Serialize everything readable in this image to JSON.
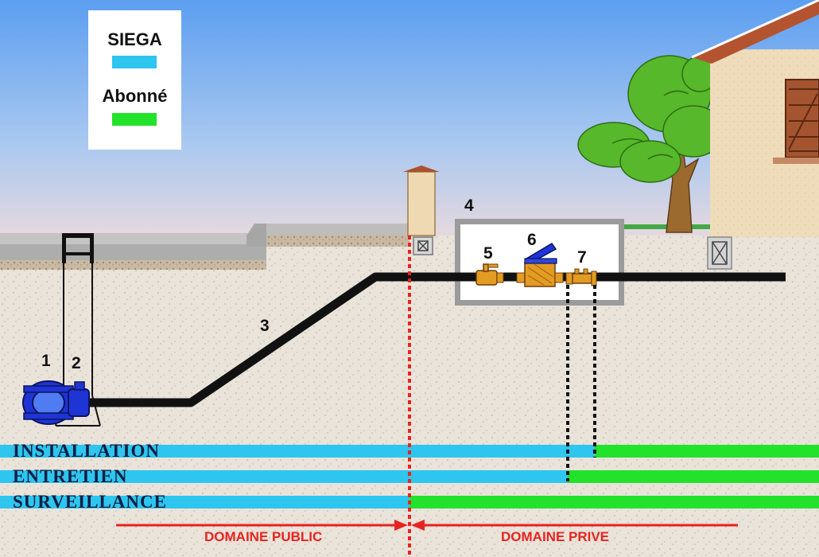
{
  "legend": {
    "items": [
      {
        "label": "SIEGA",
        "color": "#2ec5ef"
      },
      {
        "label": "Abonné",
        "color": "#22e22b"
      }
    ]
  },
  "markers": {
    "n1": "1",
    "n2": "2",
    "n3": "3",
    "n4": "4",
    "n5": "5",
    "n6": "6",
    "n7": "7"
  },
  "responsibility_bands": [
    {
      "label": "INSTALLATION",
      "split_at": "7",
      "left_owner": "SIEGA",
      "right_owner": "Abonné"
    },
    {
      "label": "ENTRETIEN",
      "split_at": "7",
      "left_owner": "SIEGA",
      "right_owner": "Abonné"
    },
    {
      "label": "SURVEILLANCE",
      "split_at": "property boundary",
      "left_owner": "SIEGA",
      "right_owner": "Abonné"
    }
  ],
  "domains": {
    "public": "DOMAINE PUBLIC",
    "private": "DOMAINE PRIVE",
    "arrow_color": "#e8231f"
  },
  "colors": {
    "pipe": "#111111",
    "sky_top": "#5c9ef0",
    "ground": "#e9e3da",
    "boundary_line": "#e8231f"
  }
}
